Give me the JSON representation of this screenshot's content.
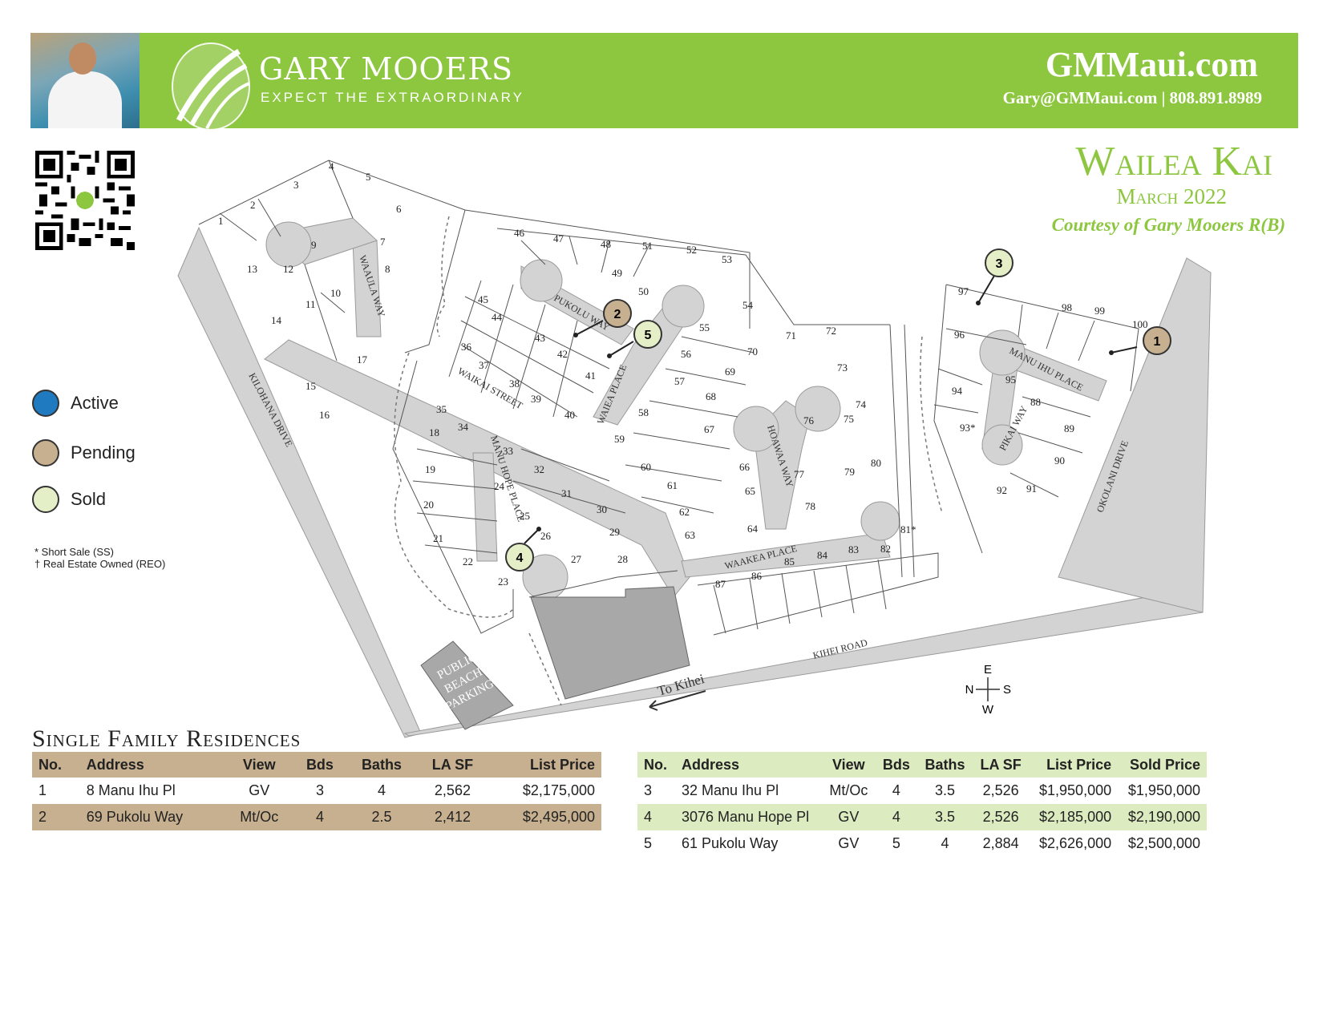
{
  "header": {
    "brand": "GARY MOOERS",
    "tagline": "EXPECT THE EXTRAORDINARY",
    "website": "GMMaui.com",
    "contact": "Gary@GMMaui.com | 808.891.8989"
  },
  "title": {
    "community": "Wailea Kai",
    "date": "March 2022",
    "courtesy": "Courtesy of Gary Mooers R(B)"
  },
  "legend": [
    {
      "label": "Active",
      "color": "#1f7ac0"
    },
    {
      "label": "Pending",
      "color": "#c7b08f"
    },
    {
      "label": "Sold",
      "color": "#e4efc7"
    }
  ],
  "notes": [
    "* Short Sale (SS)",
    "† Real Estate Owned (REO)"
  ],
  "colors": {
    "brand_green": "#8dc63f",
    "road_gray": "#d3d3d3",
    "pending": "#c7b08f",
    "sold": "#e4efc7"
  },
  "map": {
    "streets": {
      "waaula": "WAAULA WAY",
      "kilohana": "KILOHANA DRIVE",
      "waikai": "WAIKAI STREET",
      "pukolu": "PUKOLU WAY",
      "waiea": "WAIEA PLACE",
      "manuhope": "MANU HOPE PLACE",
      "hoawaa": "HOAWAA WAY",
      "waakea": "WAAKEA PLACE",
      "manuihu": "MANU IHU PLACE",
      "pikai": "PIKAI WAY",
      "okolani": "OKOLANI DRIVE",
      "kihei": "KIHEI ROAD"
    },
    "parking": [
      "PUBLIC",
      "BEACH",
      "PARKING"
    ],
    "to_kihei": "To Kihei",
    "compass": {
      "e": "E",
      "n": "N",
      "s": "S",
      "w": "W"
    },
    "markers": [
      {
        "id": "1",
        "status": "pending"
      },
      {
        "id": "2",
        "status": "pending"
      },
      {
        "id": "3",
        "status": "sold"
      },
      {
        "id": "4",
        "status": "sold"
      },
      {
        "id": "5",
        "status": "sold"
      }
    ],
    "lots": [
      "1",
      "2",
      "3",
      "4",
      "5",
      "6",
      "7",
      "8",
      "9",
      "10",
      "11",
      "12",
      "13",
      "14",
      "15",
      "16",
      "17",
      "18",
      "19",
      "20",
      "21",
      "22",
      "23",
      "24",
      "25",
      "26",
      "27",
      "28",
      "29",
      "30",
      "31",
      "32",
      "33",
      "34",
      "35",
      "36",
      "37",
      "38",
      "39",
      "40",
      "41",
      "42",
      "43",
      "44",
      "45",
      "46",
      "47",
      "48",
      "49",
      "50",
      "51",
      "52",
      "53",
      "54",
      "55",
      "56",
      "57",
      "58",
      "59",
      "60",
      "61",
      "62",
      "63",
      "64",
      "65",
      "66",
      "67",
      "68",
      "69",
      "70",
      "71",
      "72",
      "73",
      "74",
      "75",
      "76",
      "77",
      "78",
      "79",
      "80",
      "81*",
      "82",
      "83",
      "84",
      "85",
      "86",
      "87",
      "88",
      "89",
      "90",
      "91",
      "92",
      "93*",
      "94",
      "95",
      "96",
      "97",
      "98",
      "99",
      "100"
    ]
  },
  "section_title": "Single Family Residences",
  "pending_table": {
    "headers": [
      "No.",
      "Address",
      "View",
      "Bds",
      "Baths",
      "LA SF",
      "List Price"
    ],
    "rows": [
      [
        "1",
        "8 Manu Ihu Pl",
        "GV",
        "3",
        "4",
        "2,562",
        "$2,175,000"
      ],
      [
        "2",
        "69 Pukolu Way",
        "Mt/Oc",
        "4",
        "2.5",
        "2,412",
        "$2,495,000"
      ]
    ]
  },
  "sold_table": {
    "headers": [
      "No.",
      "Address",
      "View",
      "Bds",
      "Baths",
      "LA SF",
      "List Price",
      "Sold Price"
    ],
    "rows": [
      [
        "3",
        "32 Manu Ihu Pl",
        "Mt/Oc",
        "4",
        "3.5",
        "2,526",
        "$1,950,000",
        "$1,950,000"
      ],
      [
        "4",
        "3076 Manu Hope Pl",
        "GV",
        "4",
        "3.5",
        "2,526",
        "$2,185,000",
        "$2,190,000"
      ],
      [
        "5",
        "61 Pukolu Way",
        "GV",
        "5",
        "4",
        "2,884",
        "$2,626,000",
        "$2,500,000"
      ]
    ]
  }
}
